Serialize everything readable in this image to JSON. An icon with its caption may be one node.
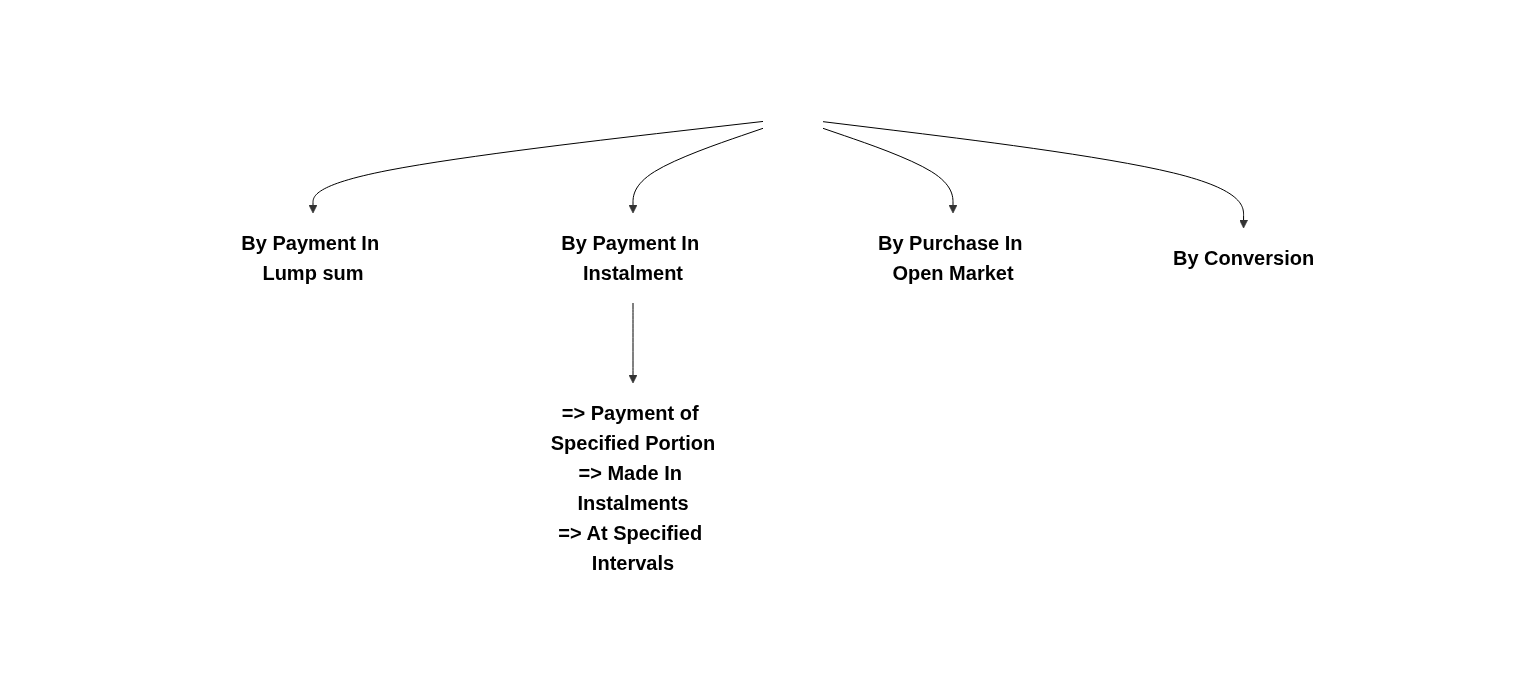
{
  "diagram": {
    "nodes": [
      {
        "text": [
          "By Payment In Lump sum"
        ]
      },
      {
        "text": [
          "By Payment In Instalment"
        ]
      },
      {
        "text": [
          "By Purchase In Open Market"
        ]
      },
      {
        "text": [
          "By Conversion"
        ]
      },
      {
        "text": [
          "=> Payment of Specified Portion",
          "=> Made In Instalments",
          "=> At Specified Intervals"
        ]
      }
    ],
    "edges": [
      {
        "from": null,
        "to": 0,
        "arrow": "to"
      },
      {
        "from": null,
        "to": 1,
        "arrow": "to"
      },
      {
        "from": null,
        "to": 2,
        "arrow": "to"
      },
      {
        "from": null,
        "to": 3,
        "arrow": "to"
      },
      {
        "from": 1,
        "to": 4,
        "arrow": "to"
      }
    ]
  }
}
